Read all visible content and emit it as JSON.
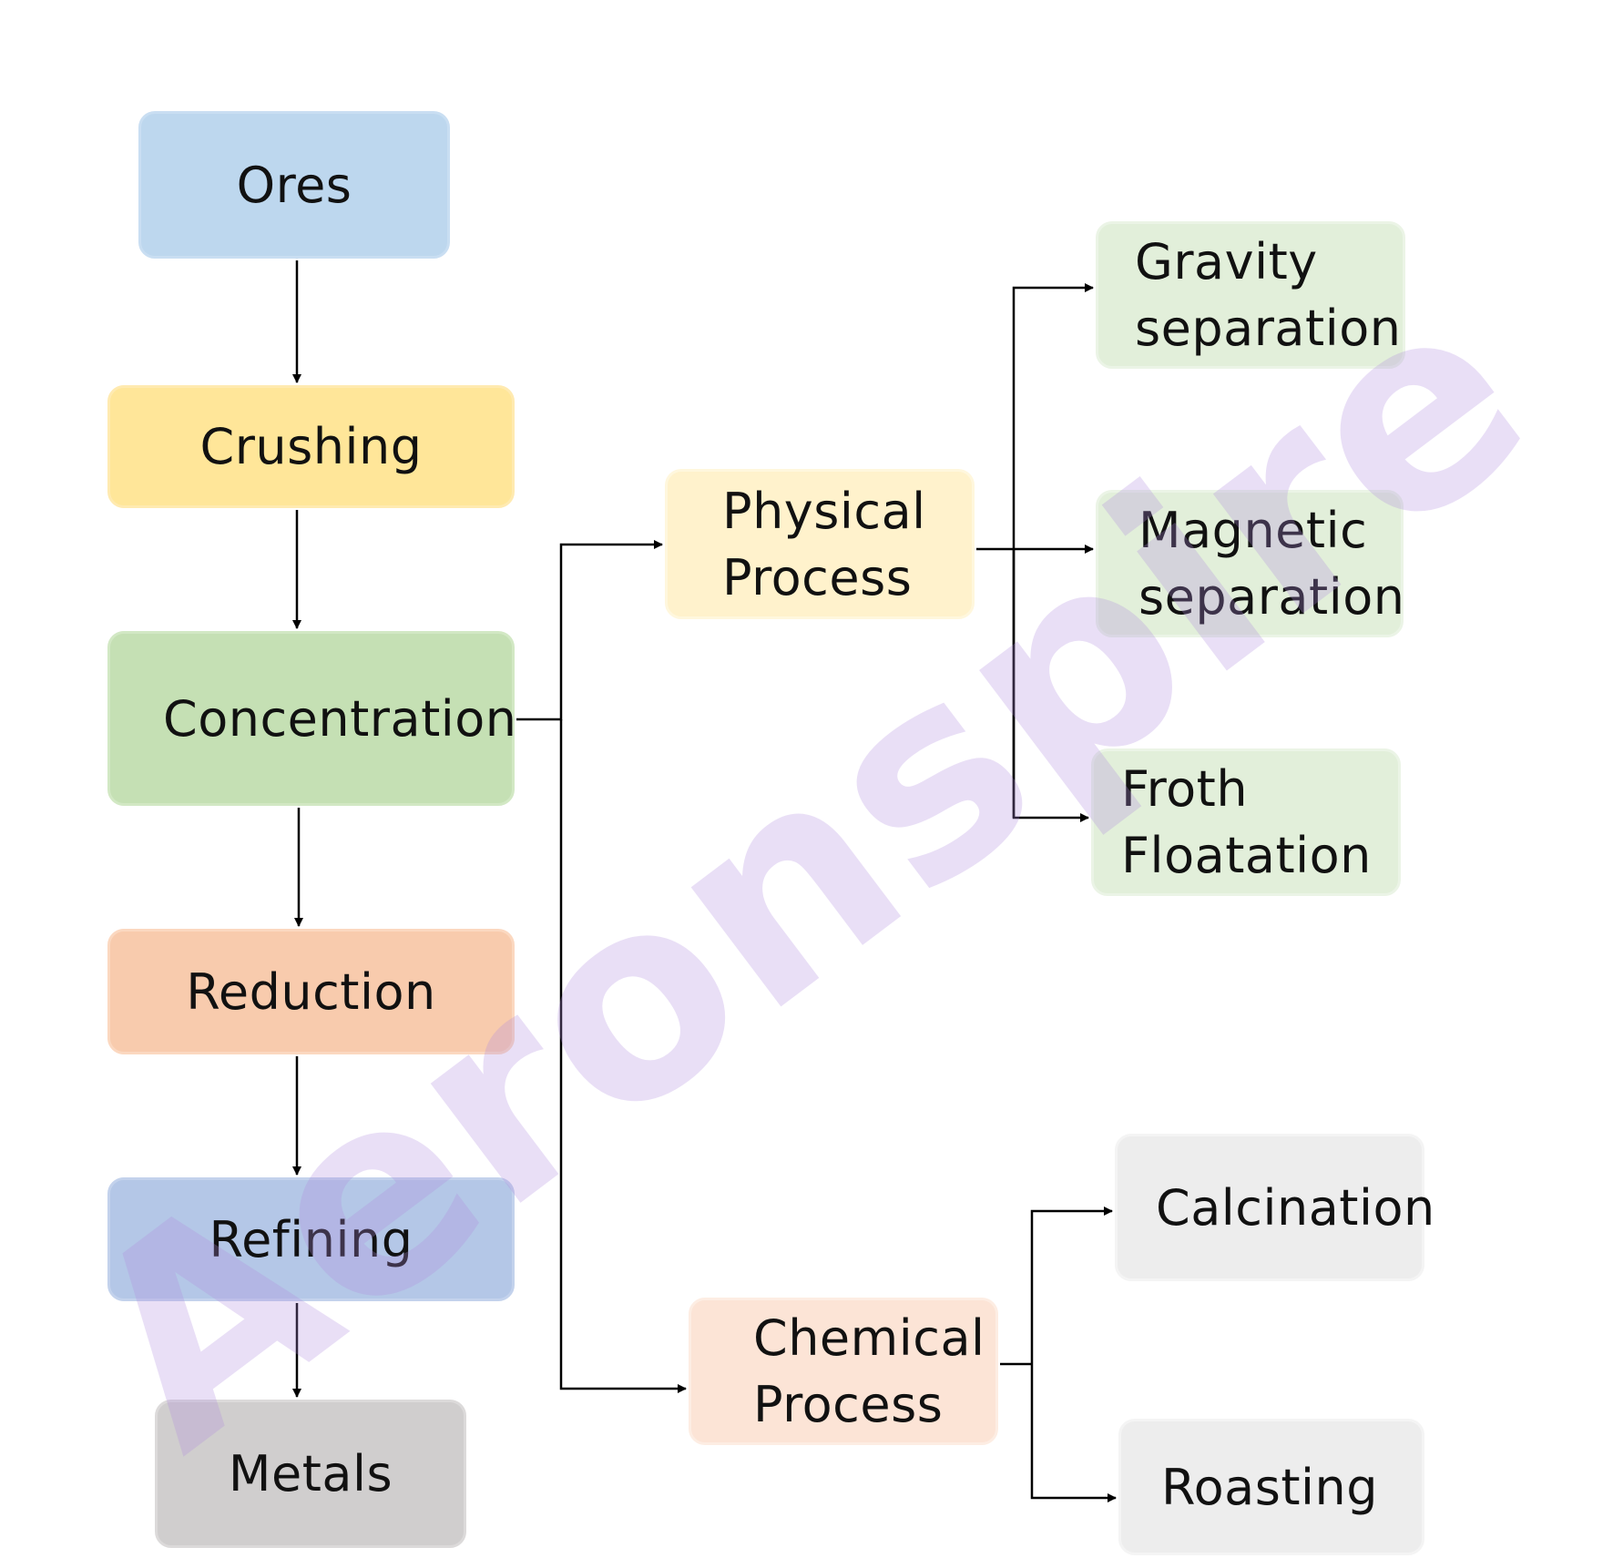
{
  "diagram": {
    "nodes": {
      "ores": "Ores",
      "crushing": "Crushing",
      "concentration": "Concentration",
      "reduction": "Reduction",
      "refining": "Refining",
      "metals": "Metals",
      "physical_process": "Physical\nProcess",
      "chemical_process": "Chemical\nProcess",
      "gravity_separation": "Gravity\nseparation",
      "magnetic_separation": "Magnetic\nseparation",
      "froth_floatation": "Froth\nFloatation",
      "calcination": "Calcination",
      "roasting": "Roasting"
    },
    "edges": [
      [
        "ores",
        "crushing"
      ],
      [
        "crushing",
        "concentration"
      ],
      [
        "concentration",
        "reduction"
      ],
      [
        "reduction",
        "refining"
      ],
      [
        "refining",
        "metals"
      ],
      [
        "concentration",
        "physical_process"
      ],
      [
        "concentration",
        "chemical_process"
      ],
      [
        "physical_process",
        "gravity_separation"
      ],
      [
        "physical_process",
        "magnetic_separation"
      ],
      [
        "physical_process",
        "froth_floatation"
      ],
      [
        "chemical_process",
        "calcination"
      ],
      [
        "chemical_process",
        "roasting"
      ]
    ]
  },
  "watermark": "Aeronspire"
}
